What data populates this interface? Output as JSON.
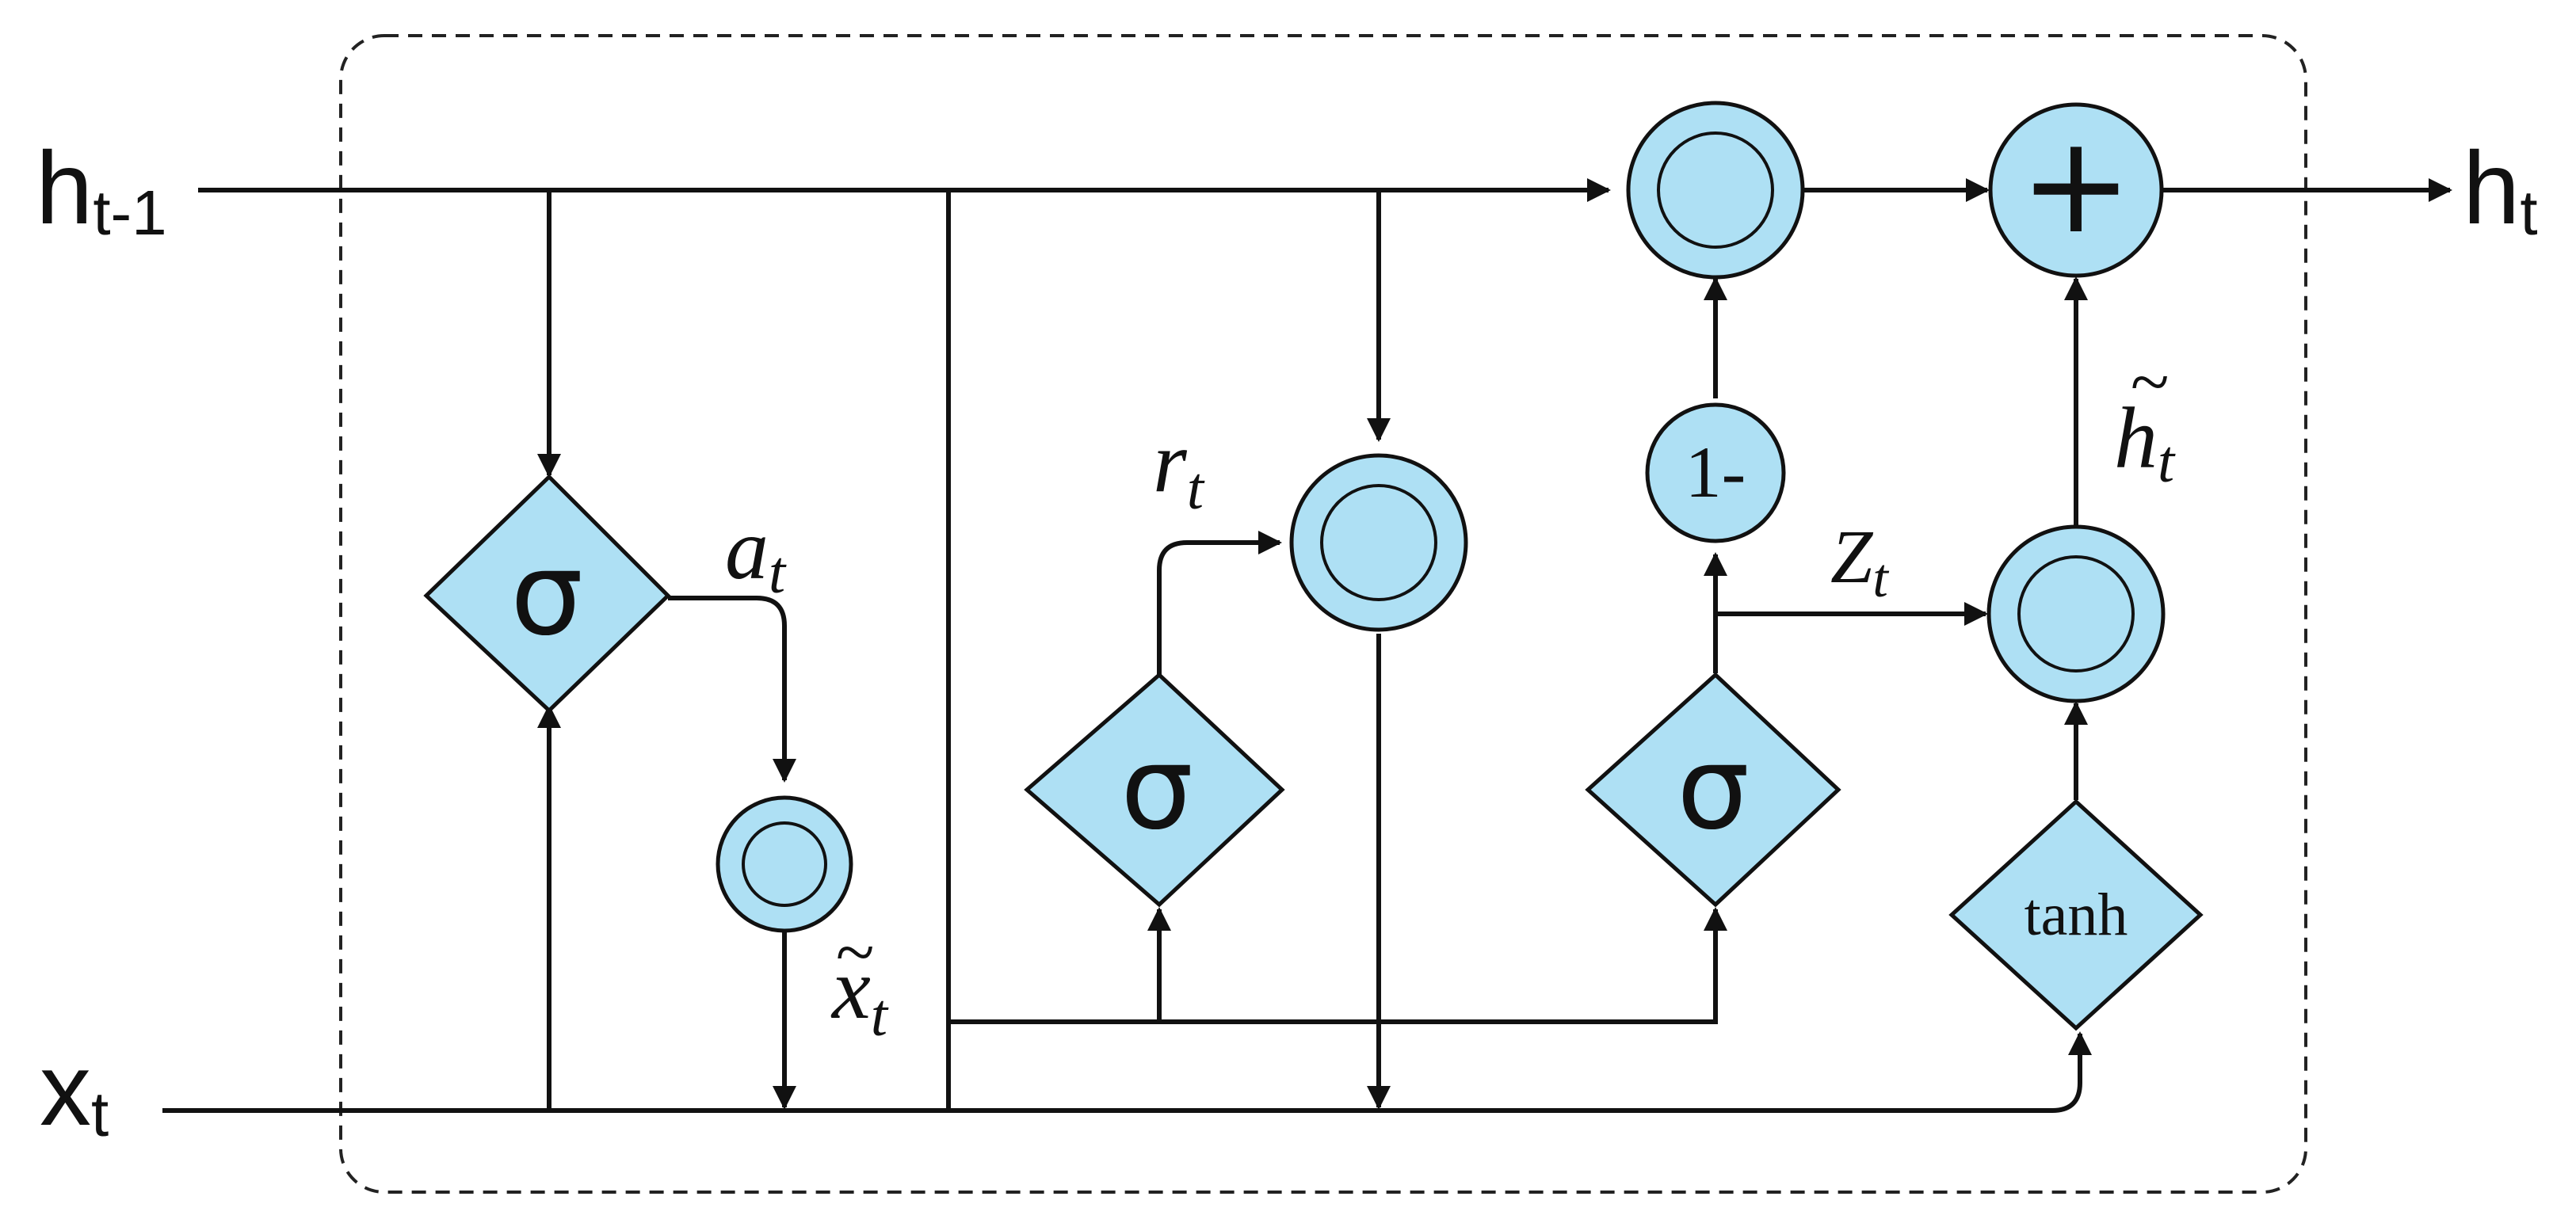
{
  "io": {
    "h_prev": {
      "main": "h",
      "sub": "t-1"
    },
    "x": {
      "main": "x",
      "sub": "t"
    },
    "h_out": {
      "main": "h",
      "sub": "t"
    }
  },
  "math": {
    "a": {
      "main": "a",
      "sub": "t"
    },
    "x_tilde": {
      "main": "x",
      "sub": "t",
      "accent": "~"
    },
    "r": {
      "main": "r",
      "sub": "t"
    },
    "z": {
      "main": "Z",
      "sub": "t"
    },
    "h_tilde": {
      "main": "h",
      "sub": "t",
      "accent": "~"
    }
  },
  "gates": {
    "sigma_a": "σ",
    "sigma_r": "σ",
    "sigma_z": "σ",
    "tanh": "tanh",
    "one_minus": "1-",
    "plus": "+"
  },
  "colors": {
    "node_fill": "#aee0f4",
    "stroke": "#111111"
  }
}
